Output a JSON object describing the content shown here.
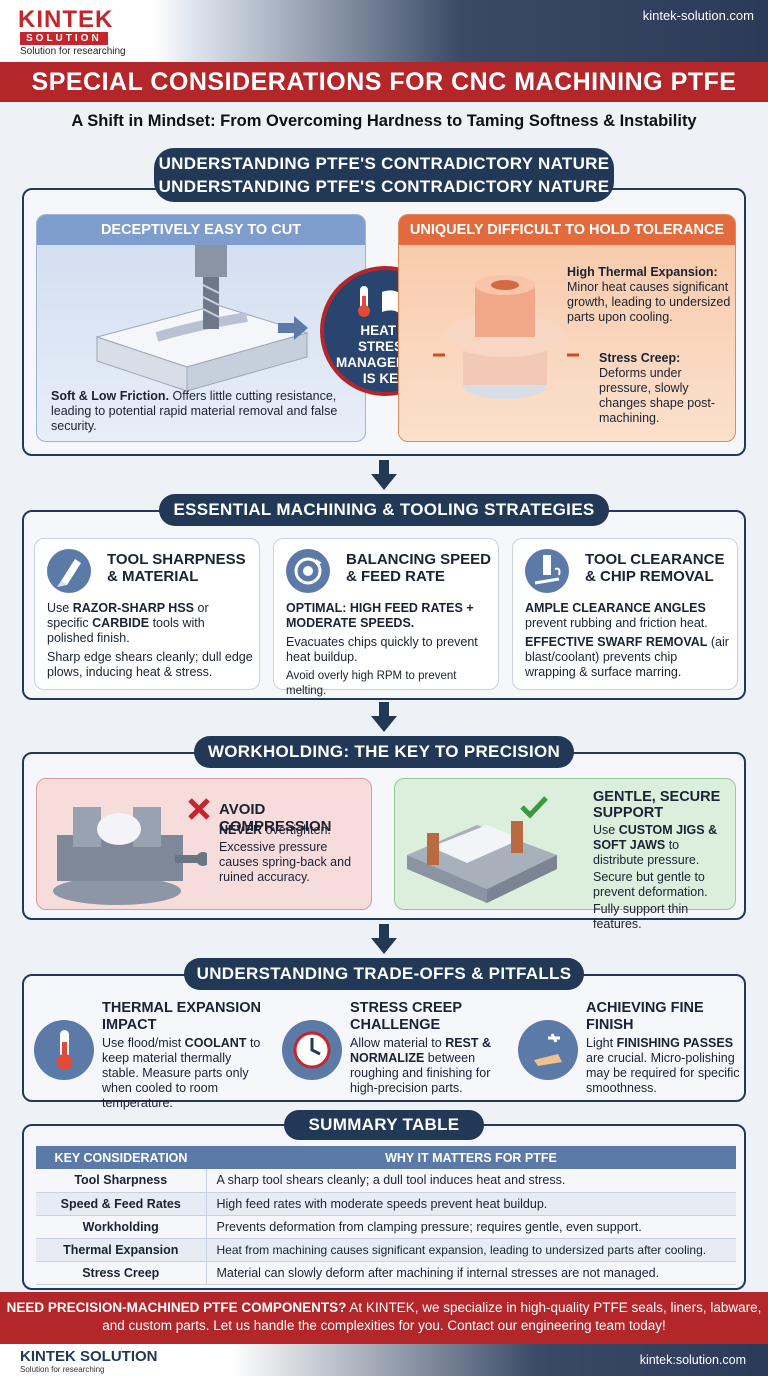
{
  "brand": {
    "name": "KINTEK",
    "sub": "SOLUTION",
    "tagline": "Solution for researching",
    "site": "kintek-solution.com"
  },
  "title": "SPECIAL CONSIDERATIONS FOR CNC MACHINING PTFE",
  "subtitle": "A Shift in Mindset: From Overcoming Hardness to Taming Softness & Instability",
  "s1": {
    "pill1": "UNDERSTANDING PTFE'S CONTRADICTORY NATURE",
    "pill2": "UNDERSTANDING PTFE'S CONTRADICTORY NATURE",
    "left": {
      "head": "DECEPTIVELY EASY TO CUT",
      "bold": "Soft & Low Friction.",
      "text": " Offers little cutting resistance, leading to potential rapid material removal and false security."
    },
    "center": "HEAT & STRESS MANAGEMENT IS KEY",
    "right": {
      "head": "UNIQUELY DIFFICULT TO HOLD TOLERANCE",
      "t1": "High Thermal Expansion:",
      "d1": "Minor heat causes significant growth, leading to undersized parts upon cooling.",
      "t2": "Stress Creep:",
      "d2": "Deforms under pressure, slowly changes shape post-machining."
    }
  },
  "s2": {
    "pill": "ESSENTIAL MACHINING & TOOLING STRATEGIES",
    "c1": {
      "head": "TOOL SHARPNESS & MATERIAL",
      "p1a": "Use ",
      "p1b": "RAZOR-SHARP HSS",
      "p1c": " or specific ",
      "p1d": "CARBIDE",
      "p1e": " tools with polished finish.",
      "p2": "Sharp edge shears cleanly; dull edge plows, inducing heat & stress."
    },
    "c2": {
      "head": "BALANCING SPEED & FEED RATE",
      "p1": "OPTIMAL: HIGH FEED RATES + MODERATE SPEEDS.",
      "p2": "Evacuates chips quickly to prevent heat buildup.",
      "p3": "Avoid overly high RPM to prevent melting."
    },
    "c3": {
      "head": "TOOL CLEARANCE & CHIP REMOVAL",
      "p1a": "AMPLE CLEARANCE ANGLES",
      "p1b": " prevent rubbing and friction heat.",
      "p2a": "EFFECTIVE SWARF REMOVAL",
      "p2b": " (air blast/coolant) prevents chip wrapping & surface marring."
    }
  },
  "s3": {
    "pill": "WORKHOLDING: THE KEY TO PRECISION",
    "bad": {
      "head": "AVOID COMPRESSION",
      "p1a": "NEVER",
      "p1b": " overtighten.",
      "p2": "Excessive pressure causes spring-back and ruined accuracy."
    },
    "good": {
      "head": "GENTLE, SECURE SUPPORT",
      "p1a": "Use ",
      "p1b": "CUSTOM JIGS & SOFT JAWS",
      "p1c": " to distribute pressure.",
      "p2": "Secure but gentle to prevent deformation.",
      "p3": "Fully support thin features."
    }
  },
  "s4": {
    "pill": "UNDERSTANDING TRADE-OFFS & PITFALLS",
    "t1": {
      "head": "THERMAL EXPANSION IMPACT",
      "a": "Use flood/mist ",
      "b": "COOLANT",
      "c": " to keep material thermally stable. Measure parts only when cooled to room temperature."
    },
    "t2": {
      "head": "STRESS CREEP CHALLENGE",
      "a": "Allow material to ",
      "b": "REST & NORMALIZE",
      "c": " between roughing and finishing for high-precision parts."
    },
    "t3": {
      "head": "ACHIEVING FINE FINISH",
      "a": "Light ",
      "b": "FINISHING PASSES",
      "c": " are crucial. Micro-polishing may be required for specific smoothness."
    }
  },
  "summary": {
    "pill": "SUMMARY TABLE",
    "h1": "KEY CONSIDERATION",
    "h2": "WHY IT MATTERS FOR PTFE",
    "rows": [
      [
        "Tool Sharpness",
        "A sharp tool shears cleanly; a dull tool induces heat and stress."
      ],
      [
        "Speed & Feed Rates",
        "High feed rates with moderate speeds prevent heat buildup."
      ],
      [
        "Workholding",
        "Prevents deformation from clamping pressure; requires gentle, even support."
      ],
      [
        "Thermal Expansion",
        "Heat from machining causes significant expansion, leading to undersized parts after cooling."
      ],
      [
        "Stress Creep",
        "Material can slowly deform after machining if internal stresses are not managed."
      ]
    ]
  },
  "cta": {
    "bold": "NEED PRECISION-MACHINED PTFE COMPONENTS?",
    "text": " At KINTEK, we specialize in high-quality PTFE seals, liners, labware, and custom parts. Let us handle the complexities for you. Contact our engineering team today!"
  },
  "footer": {
    "name": "KINTEK SOLUTION",
    "tagline": "Solution for researching",
    "site": "kintek:solution.com"
  }
}
